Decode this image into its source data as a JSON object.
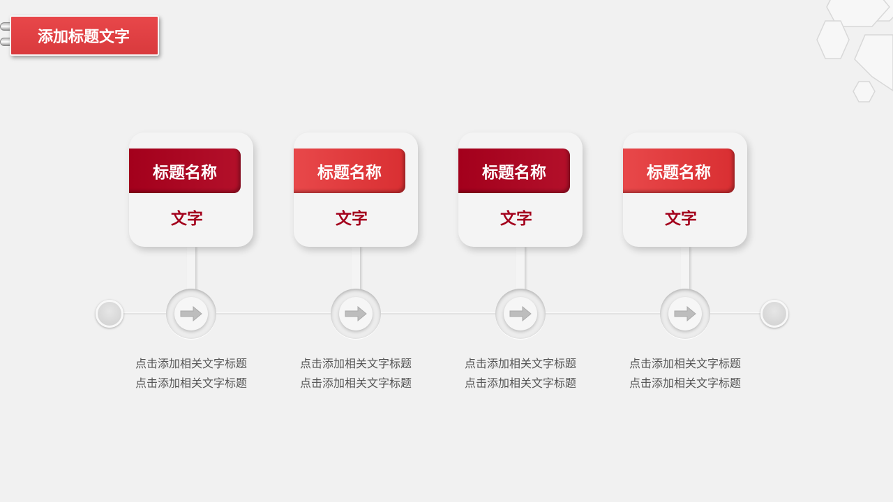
{
  "header": {
    "title": "添加标题文字"
  },
  "steps": [
    {
      "title": "标题名称",
      "subtitle": "文字",
      "desc_line1": "点击添加相关文字标题",
      "desc_line2": "点击添加相关文字标题",
      "banner_color": "#a3001c"
    },
    {
      "title": "标题名称",
      "subtitle": "文字",
      "desc_line1": "点击添加相关文字标题",
      "desc_line2": "点击添加相关文字标题",
      "banner_color": "#e8484a"
    },
    {
      "title": "标题名称",
      "subtitle": "文字",
      "desc_line1": "点击添加相关文字标题",
      "desc_line2": "点击添加相关文字标题",
      "banner_color": "#a3001c"
    },
    {
      "title": "标题名称",
      "subtitle": "文字",
      "desc_line1": "点击添加相关文字标题",
      "desc_line2": "点击添加相关文字标题",
      "banner_color": "#e8484a"
    }
  ],
  "icons": {
    "node": "arrow-right-icon",
    "decoration": "hexagon-icon"
  }
}
